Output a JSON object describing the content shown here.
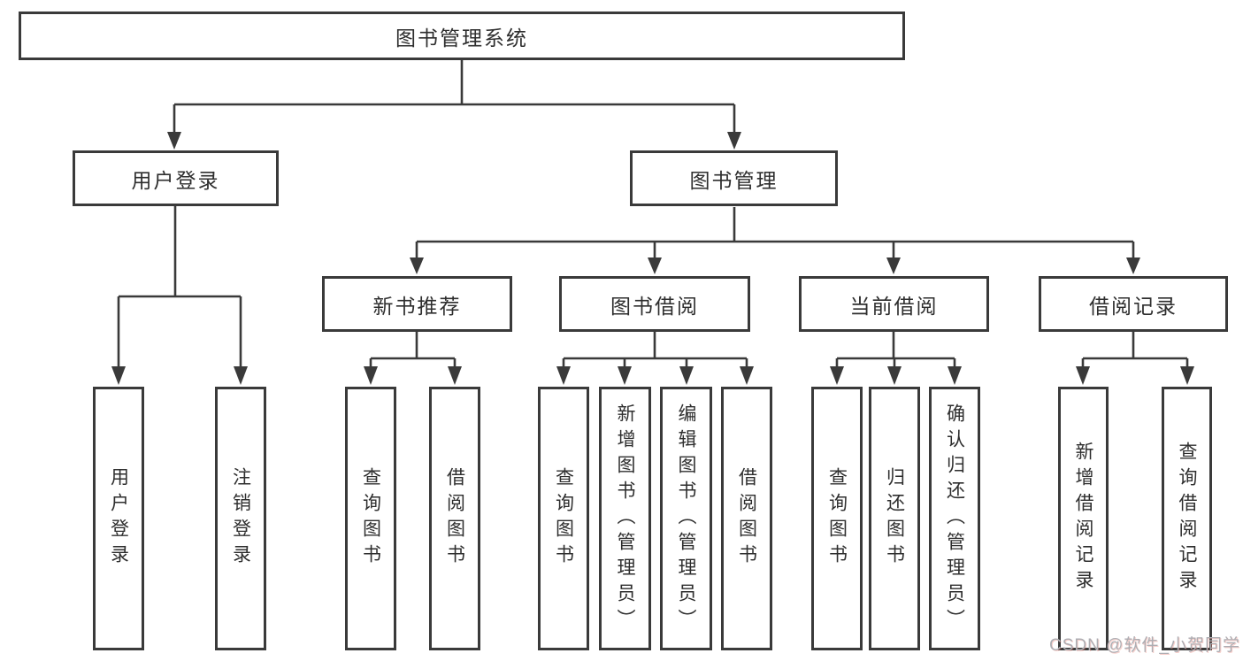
{
  "diagram_title": "图书管理系统",
  "colors": {
    "line": "#3a3a3a",
    "node_border": "#3a3a3a",
    "text": "#2e2e2e",
    "background": "#ffffff",
    "watermark_text": "#aeaeb3"
  },
  "nodes": {
    "root": "图书管理系统",
    "user_login": "用户登录",
    "book_management": "图书管理",
    "new_book_recommend": "新书推荐",
    "book_borrow": "图书借阅",
    "current_borrow": "当前借阅",
    "borrow_record": "借阅记录",
    "leaf_user_login": "用户登录",
    "leaf_logout": "注销登录",
    "leaf_query_book_recommend": "查询图书",
    "leaf_borrow_book_recommend": "借阅图书",
    "leaf_query_book_borrow": "查询图书",
    "leaf_add_book_admin": "新增图书（管理员）",
    "leaf_edit_book_admin": "编辑图书（管理员）",
    "leaf_borrow_book_borrow": "借阅图书",
    "leaf_query_book_current": "查询图书",
    "leaf_return_book": "归还图书",
    "leaf_confirm_return_admin": "确认归还（管理员）",
    "leaf_add_borrow_record": "新增借阅记录",
    "leaf_query_borrow_record": "查询借阅记录"
  },
  "watermark": "CSDN @软件_小贺同学"
}
